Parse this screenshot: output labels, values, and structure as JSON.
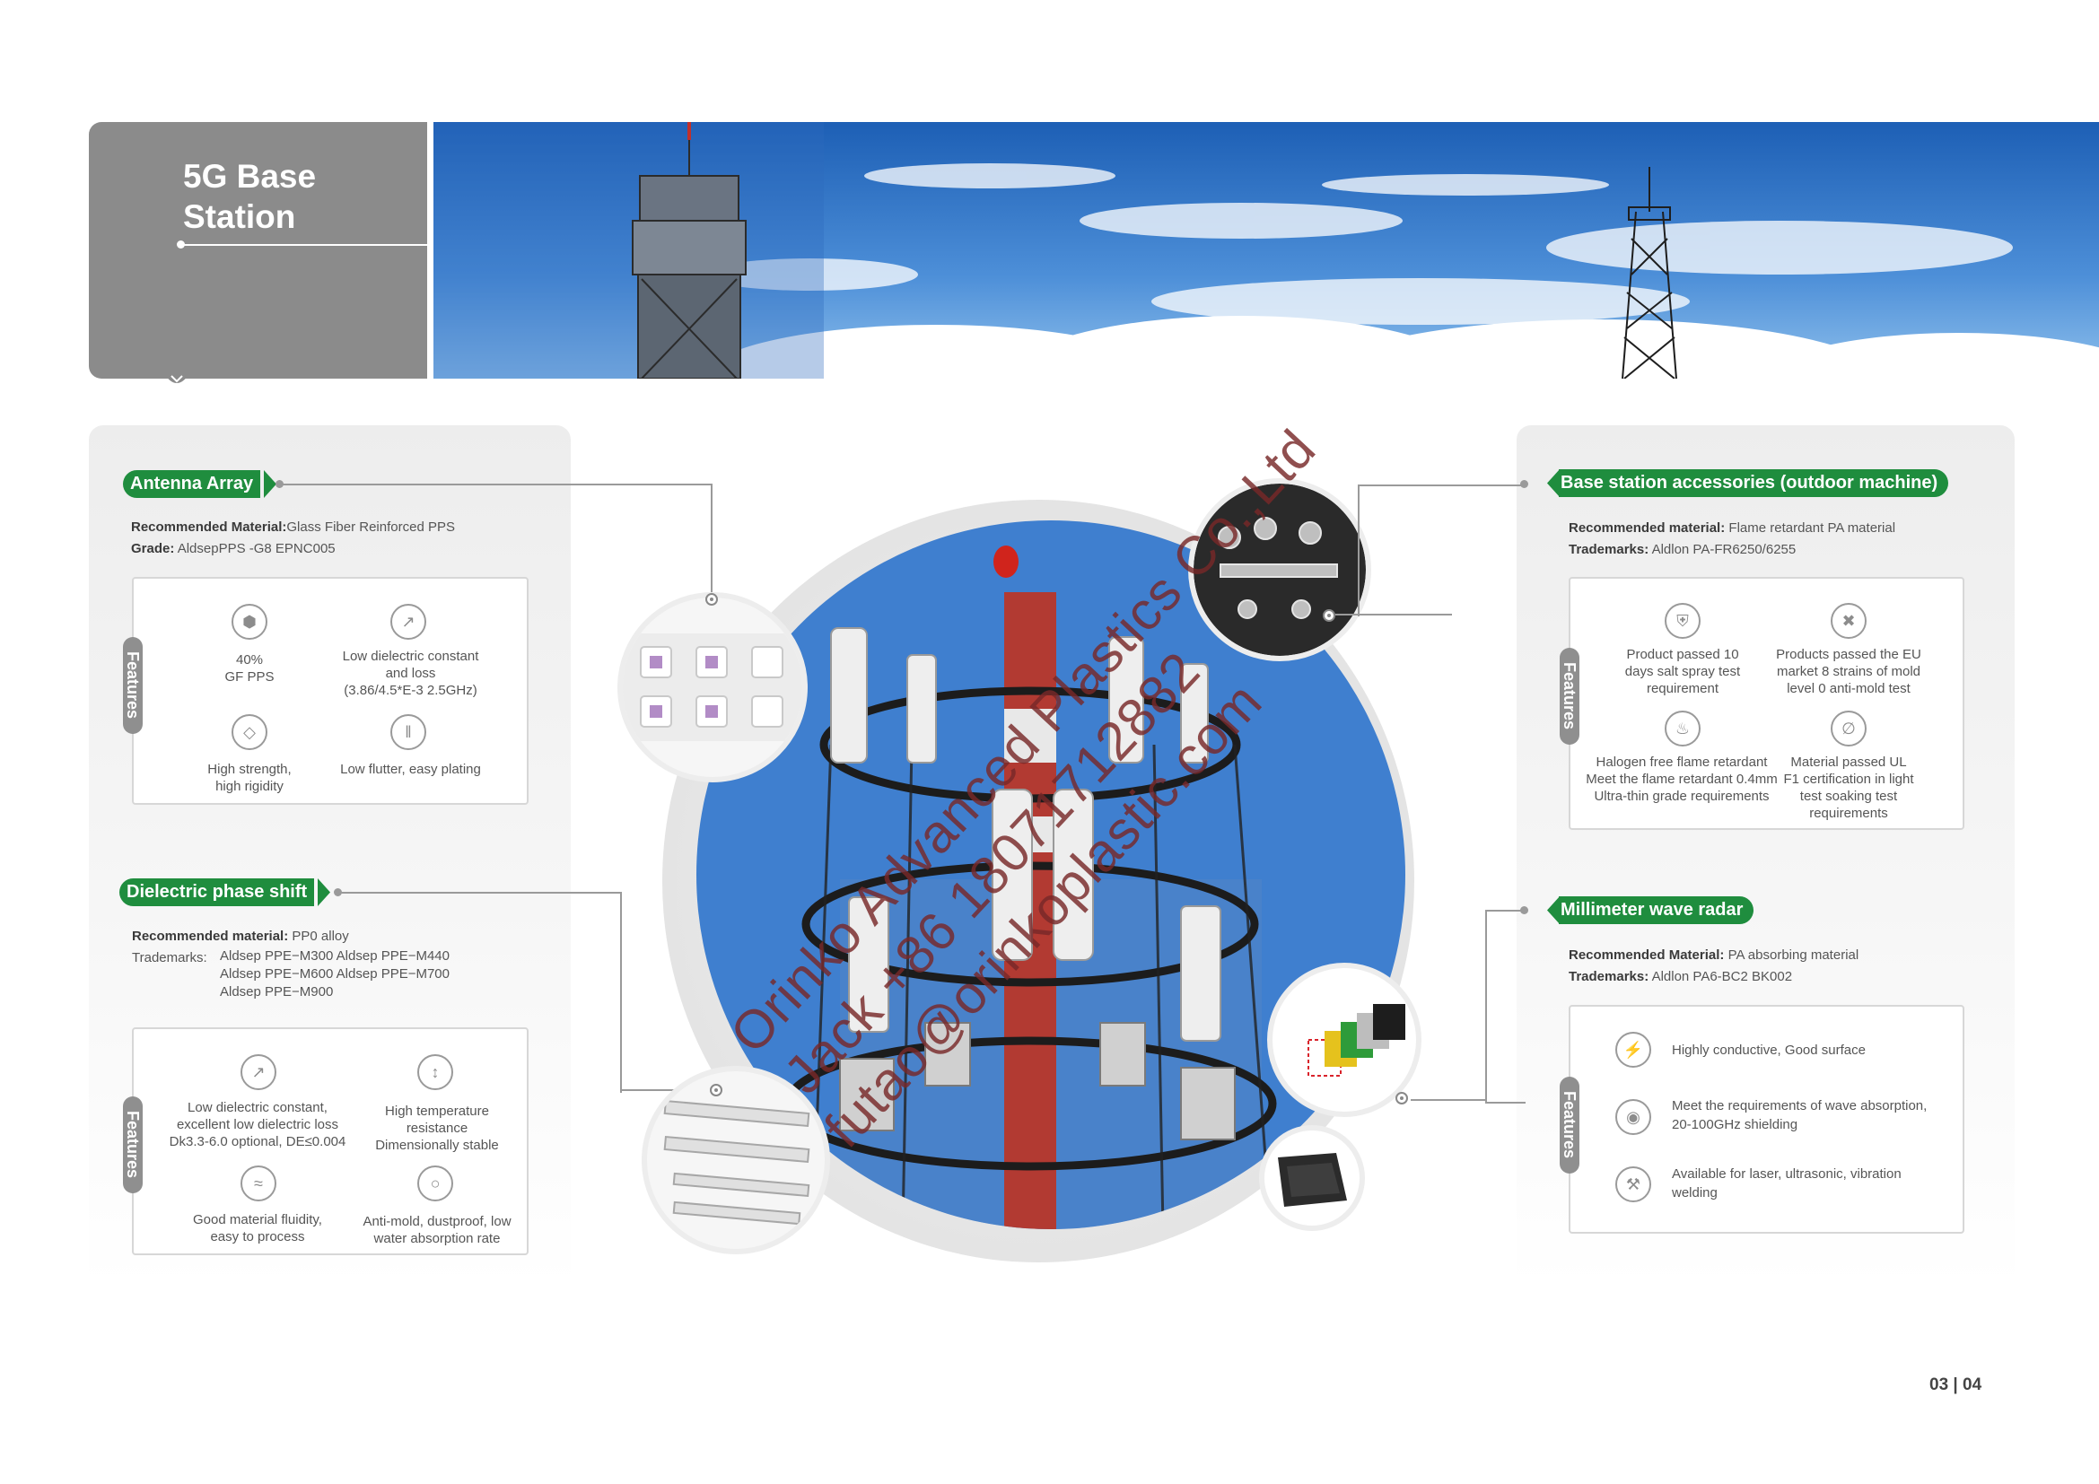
{
  "banner": {
    "title": "5G Base\nStation"
  },
  "antenna_array": {
    "tag": "Antenna Array",
    "spec_label_1": "Recommended Material:",
    "spec_value_1": "Glass Fiber Reinforced PPS",
    "spec_label_2": "Grade:",
    "spec_value_2": "AldsepPPS -G8 EPNC005",
    "features_label": "Features",
    "features": [
      {
        "icon": "honeycomb-icon",
        "text": "40%\nGF PPS"
      },
      {
        "icon": "chart-icon",
        "text": "Low dielectric constant\nand loss\n(3.86/4.5*E-3 2.5GHz)"
      },
      {
        "icon": "diamond-icon",
        "text": "High strength,\nhigh rigidity"
      },
      {
        "icon": "plating-icon",
        "text": "Low flutter, easy plating"
      }
    ]
  },
  "dielectric_phase_shift": {
    "tag": "Dielectric phase shift",
    "spec_label_1": "Recommended material:",
    "spec_value_1": "PP0 alloy",
    "spec_label_2": "Trademarks:",
    "trademarks": [
      "Aldsep PPE−M300   Aldsep PPE−M440",
      "Aldsep PPE−M600   Aldsep PPE−M700",
      "Aldsep PPE−M900"
    ],
    "features_label": "Features",
    "features": [
      {
        "icon": "chart-icon",
        "text": "Low dielectric constant,\nexcellent low dielectric loss\nDk3.3-6.0 optional, DE≤0.004"
      },
      {
        "icon": "thermometer-icon",
        "text": "High temperature\nresistance\nDimensionally stable"
      },
      {
        "icon": "flow-icon",
        "text": "Good material fluidity,\neasy to process"
      },
      {
        "icon": "shield-drop-icon",
        "text": "Anti-mold, dustproof, low\nwater absorption rate"
      }
    ]
  },
  "base_station_accessories": {
    "tag": "Base station accessories (outdoor machine)",
    "spec_label_1": "Recommended material:",
    "spec_value_1": "Flame retardant PA material",
    "spec_label_2": "Trademarks:",
    "spec_value_2": "Aldlon PA-FR6250/6255",
    "features_label": "Features",
    "features": [
      {
        "icon": "shield-icon",
        "text": "Product passed 10\ndays salt spray test\nrequirement"
      },
      {
        "icon": "bug-icon",
        "text": "Products passed the EU\nmarket 8 strains of mold\nlevel 0 anti-mold test"
      },
      {
        "icon": "flame-icon",
        "text": "Halogen free flame retardant\nMeet the flame retardant 0.4mm\nUltra-thin grade requirements"
      },
      {
        "icon": "no-light-icon",
        "text": "Material passed UL\nF1 certification in light\ntest soaking test\nrequirements"
      }
    ]
  },
  "millimeter_wave_radar": {
    "tag": "Millimeter wave radar",
    "spec_label_1": "Recommended Material:",
    "spec_value_1": "PA absorbing material",
    "spec_label_2": "Trademarks:",
    "spec_value_2": "Aldlon PA6-BC2 BK002",
    "features_label": "Features",
    "features": [
      {
        "icon": "lightning-icon",
        "text": "Highly conductive, Good surface"
      },
      {
        "icon": "wave-icon",
        "text": "Meet the requirements of wave absorption,\n20-100GHz shielding"
      },
      {
        "icon": "wrench-icon",
        "text": "Available for laser, ultrasonic, vibration\nwelding"
      }
    ]
  },
  "watermark": {
    "line1": "Orinko Advanced Plastics Co.,Ltd",
    "line2": "Jack +86 18071712882",
    "line3": "futao@orinkoplastic.com"
  },
  "page_number": "03 | 04",
  "colors": {
    "accent_green": "#1f8d3e",
    "banner_gray": "#8b8b8b",
    "sky_blue": "#3f7fcf"
  }
}
